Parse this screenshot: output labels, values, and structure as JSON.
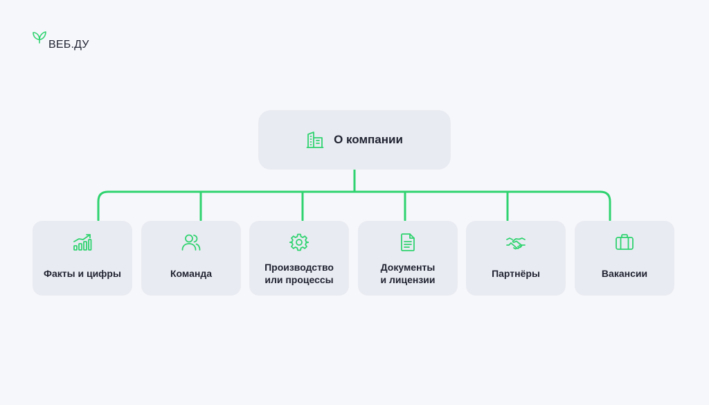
{
  "brand": {
    "name": "ВЕБ.ДУ",
    "icon": "leaf-logo-icon",
    "accent_color": "#2fd36f"
  },
  "diagram": {
    "root": {
      "label": "О компании",
      "icon": "building-icon"
    },
    "children": [
      {
        "label": "Факты и цифры",
        "icon": "chart-growth-icon"
      },
      {
        "label": "Команда",
        "icon": "users-icon"
      },
      {
        "label": "Производство\nили процессы",
        "icon": "gear-icon"
      },
      {
        "label": "Документы\nи лицензии",
        "icon": "document-icon"
      },
      {
        "label": "Партнёры",
        "icon": "handshake-icon"
      },
      {
        "label": "Вакансии",
        "icon": "briefcase-icon"
      }
    ],
    "node_color": "#e9ebf2",
    "connector_color": "#2fd36f",
    "background_color": "#f6f7fb"
  }
}
